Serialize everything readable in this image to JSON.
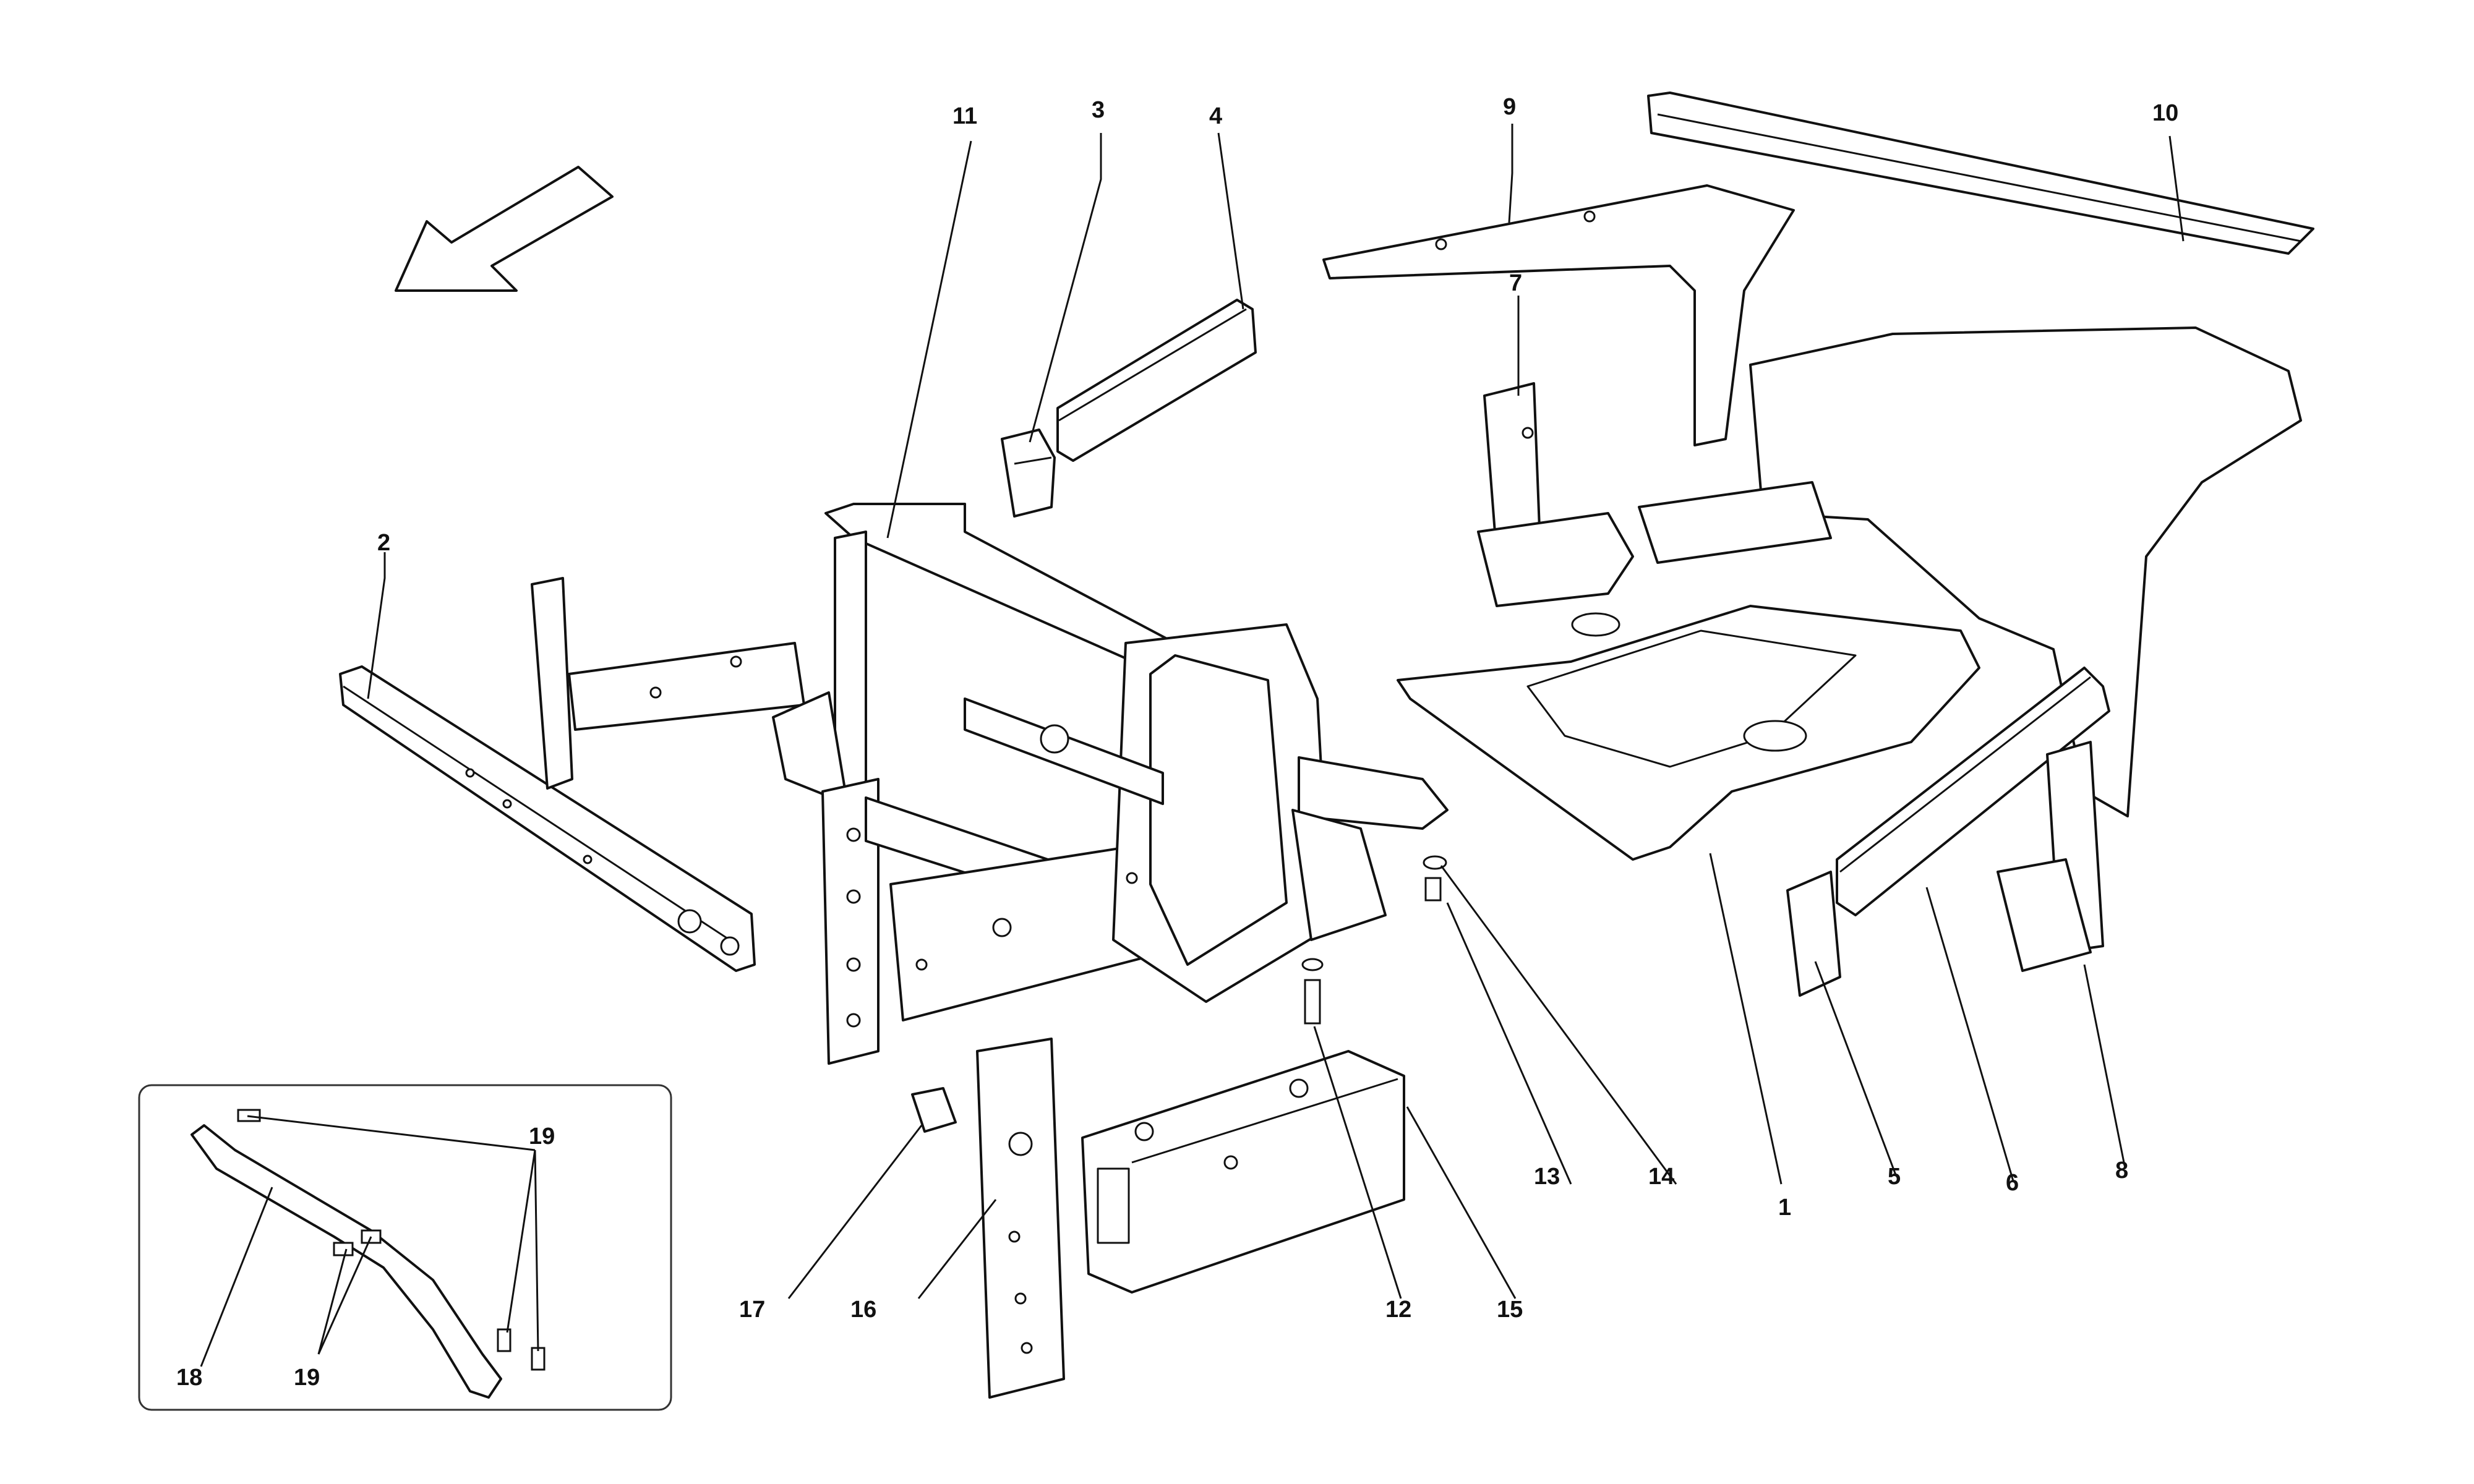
{
  "callouts": {
    "c1": "1",
    "c2": "2",
    "c3": "3",
    "c4": "4",
    "c5": "5",
    "c6": "6",
    "c7": "7",
    "c8": "8",
    "c9": "9",
    "c10": "10",
    "c11": "11",
    "c12": "12",
    "c13": "13",
    "c14": "14",
    "c15": "15",
    "c16": "16",
    "c17": "17",
    "c18": "18",
    "c19a": "19",
    "c19b": "19"
  },
  "direction_arrow": "arrow-left-down-icon",
  "colors": {
    "line": "#111111",
    "background": "#ffffff",
    "inset_border": "#333333"
  }
}
